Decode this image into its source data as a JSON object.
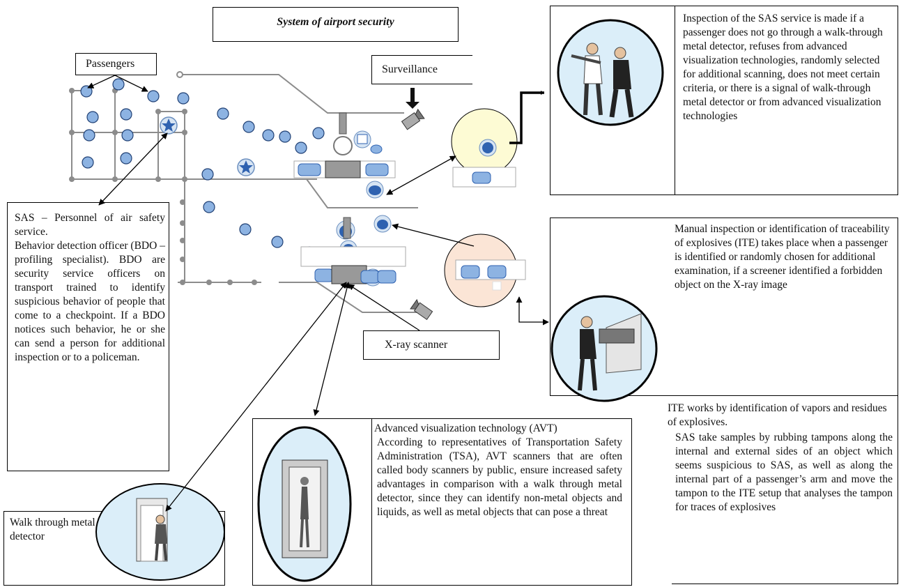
{
  "title": "System of airport security",
  "labels": {
    "passengers": "Passengers",
    "surveillance": "Surveillance",
    "xray": "X-ray scanner",
    "walk_through": "Walk through metal detector"
  },
  "texts": {
    "sas_inspection": "Inspection of the SAS service is made if a passenger does not go through a walk-through metal detector, refuses from advanced visualization technologies, randomly selected for additional scanning, does not meet certain criteria, or there is a signal of walk-through metal detector or  from advanced visualization technologies",
    "manual_inspection": "Manual inspection or identification of traceability of explosives (ITE) takes place when a passenger is identified or randomly chosen for additional examination, if a screener identified a forbidden object on the X-ray image",
    "sas_personnel": "SAS – Personnel of air safety service.\nBehavior detection officer (BDO – profiling specialist). BDO are security service officers on transport trained to identify suspicious behavior of people that come to a checkpoint. If a BDO notices such behavior, he or she can send a person for additional inspection or to a policeman.",
    "avt_title": "Advanced visualization technology (AVT)",
    "avt_body": "According to representatives of Transportation Safety Administration (TSA), AVT scanners that are often called body scanners by public, ensure increased safety advantages in comparison with a walk through metal detector, since they can identify non-metal objects and liquids, as well as metal objects that can pose a threat",
    "ite_line1": "ITE works by identification of vapors and residues of explosives.",
    "ite_body": "SAS take samples by rubbing tampons along the internal and external sides of an object which seems suspicious to SAS, as well as along the internal part of a passenger’s arm and move the tampon to the ITE setup that analyses the tampon for traces of explosives"
  },
  "colors": {
    "passenger_fill": "#8db3e2",
    "passenger_dark": "#2f62b0",
    "inspection_zone": "#fdfbd4",
    "manual_zone": "#fbe5d6",
    "illustration_bg": "#dbeef9",
    "equipment_gray": "#999999"
  }
}
